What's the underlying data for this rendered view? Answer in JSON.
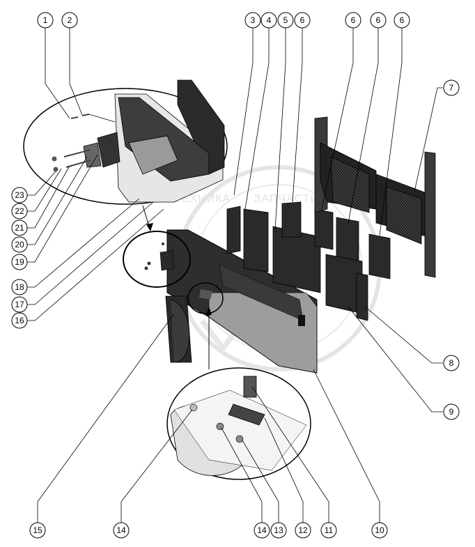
{
  "callouts": [
    {
      "id": "c1",
      "label": "1"
    },
    {
      "id": "c2",
      "label": "2"
    },
    {
      "id": "c3",
      "label": "3"
    },
    {
      "id": "c4",
      "label": "4"
    },
    {
      "id": "c5",
      "label": "5"
    },
    {
      "id": "c6a",
      "label": "6"
    },
    {
      "id": "c6b",
      "label": "6"
    },
    {
      "id": "c6c",
      "label": "6"
    },
    {
      "id": "c6d",
      "label": "6"
    },
    {
      "id": "c7",
      "label": "7"
    },
    {
      "id": "c8",
      "label": "8"
    },
    {
      "id": "c9",
      "label": "9"
    },
    {
      "id": "c10",
      "label": "10"
    },
    {
      "id": "c11",
      "label": "11"
    },
    {
      "id": "c12",
      "label": "12"
    },
    {
      "id": "c13",
      "label": "13"
    },
    {
      "id": "c14a",
      "label": "14"
    },
    {
      "id": "c14b",
      "label": "14"
    },
    {
      "id": "c15",
      "label": "15"
    },
    {
      "id": "c16",
      "label": "16"
    },
    {
      "id": "c17",
      "label": "17"
    },
    {
      "id": "c18",
      "label": "18"
    },
    {
      "id": "c19",
      "label": "19"
    },
    {
      "id": "c20",
      "label": "20"
    },
    {
      "id": "c21",
      "label": "21"
    },
    {
      "id": "c22",
      "label": "22"
    },
    {
      "id": "c23",
      "label": "23"
    }
  ],
  "watermark": {
    "left_text": "ТЕХНИКА",
    "right_text": "ЗАПЧАСТИ"
  }
}
